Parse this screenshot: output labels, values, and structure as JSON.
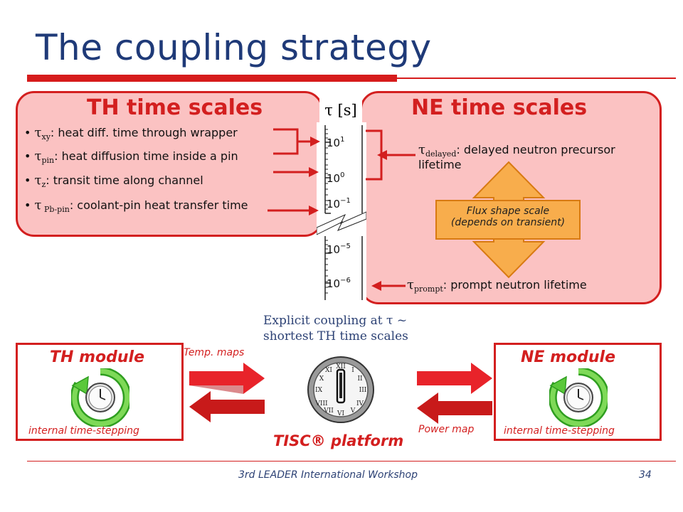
{
  "title": "The coupling strategy",
  "th_panel": {
    "title": "TH time scales",
    "bullets": [
      {
        "tau": "τ",
        "sub": "xy",
        "text": ": heat diff. time through wrapper"
      },
      {
        "tau": "τ",
        "sub": "pin",
        "text": ": heat diffusion time inside a pin"
      },
      {
        "tau": "τ",
        "sub": "z",
        "text": ": transit time along channel"
      },
      {
        "tau": "τ",
        "sub": " Pb-pin",
        "text": ": coolant-pin heat transfer time"
      }
    ]
  },
  "ne_panel": {
    "title": "NE time scales",
    "delayed": {
      "tau": "τ",
      "sub": "delayed",
      "text": ": delayed neutron precursor",
      "text2": "lifetime"
    },
    "prompt": {
      "tau": "τ",
      "sub": "prompt",
      "text": ": prompt neutron lifetime"
    },
    "flux_line1": "Flux shape scale",
    "flux_line2": "(depends on transient)"
  },
  "scale": {
    "label": "τ [s]",
    "ticks": [
      {
        "base": "10",
        "exp": "1"
      },
      {
        "base": "10",
        "exp": "0"
      },
      {
        "base": "10",
        "exp": "−1"
      },
      {
        "base": "10",
        "exp": "−5"
      },
      {
        "base": "10",
        "exp": "−6"
      }
    ]
  },
  "coupling": {
    "line1": "Explicit coupling at τ ~",
    "line2": "shortest TH time scales"
  },
  "th_module": {
    "title": "TH module",
    "subtitle": "internal time-stepping"
  },
  "ne_module": {
    "title": "NE module",
    "subtitle": "internal time-stepping"
  },
  "temp_maps": "Temp. maps",
  "power_map": "Power map",
  "platform": "TISC® platform",
  "footer": {
    "text": "3rd LEADER International Workshop",
    "page": "34"
  },
  "colors": {
    "accent": "#d31f1f",
    "panel_fill": "#fbc2c2",
    "title_blue": "#1f3a78",
    "flux_orange": "#f8ad4c"
  },
  "icons": [
    "clock-icon",
    "refresh-clock-icon",
    "arrow-right-icon",
    "arrow-left-icon",
    "double-arrow-icon"
  ]
}
